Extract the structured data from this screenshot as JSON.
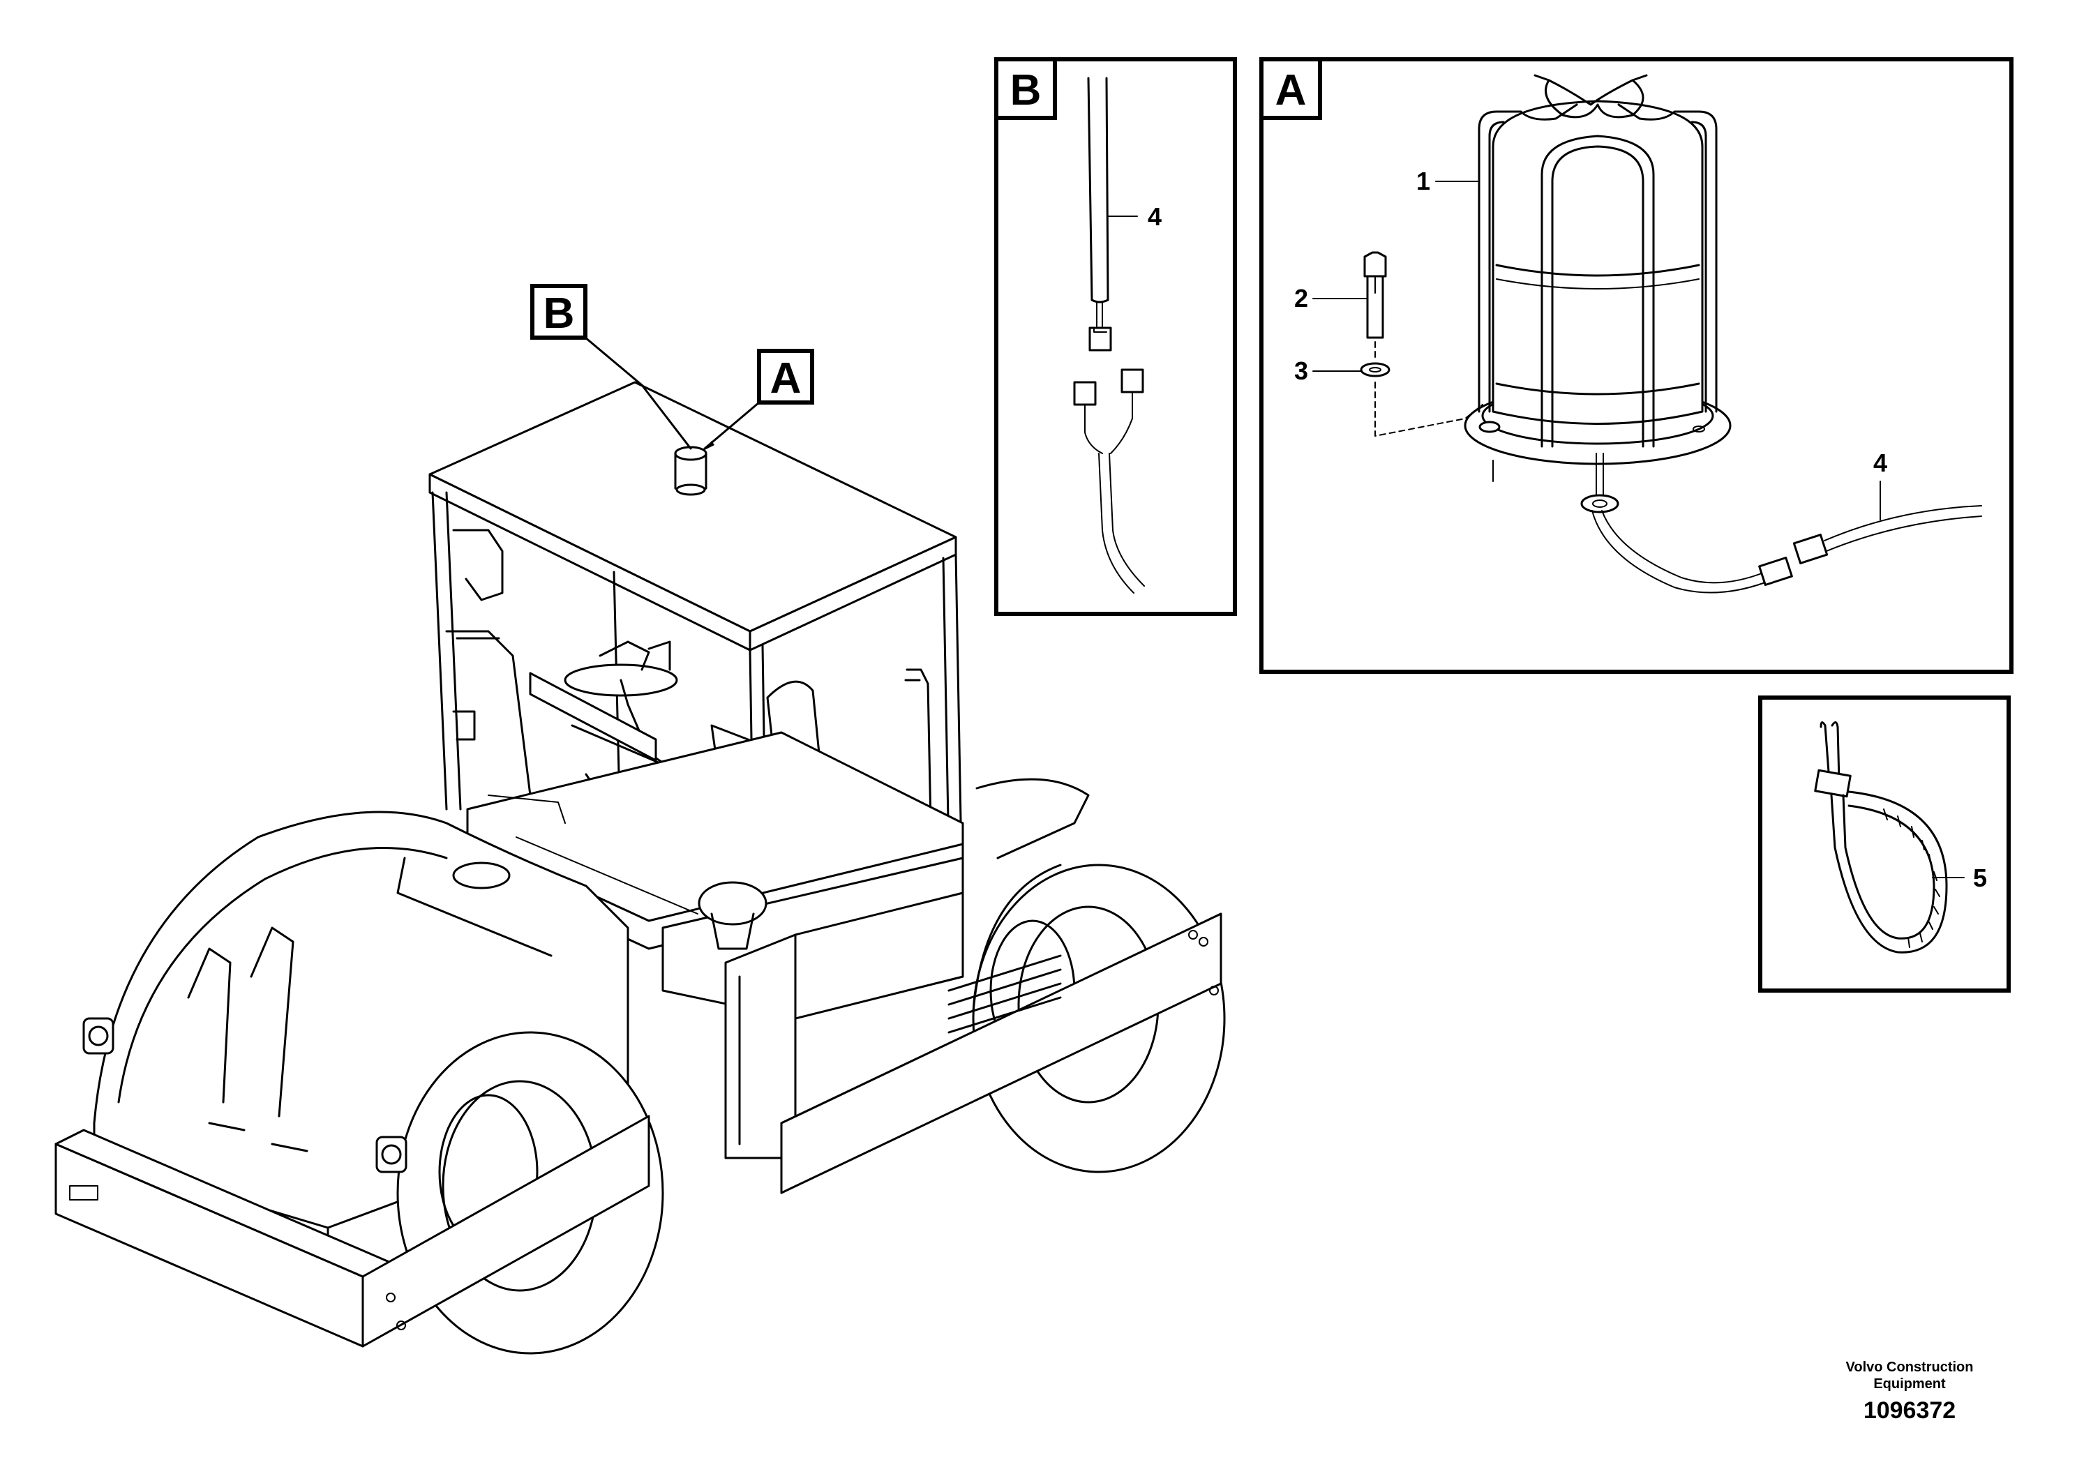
{
  "detail_views": {
    "b": {
      "letter": "B",
      "parts": [
        {
          "number": "4"
        }
      ]
    },
    "a": {
      "letter": "A",
      "parts": [
        {
          "number": "1"
        },
        {
          "number": "2"
        },
        {
          "number": "3"
        },
        {
          "number": "4"
        }
      ]
    },
    "cable_tie": {
      "parts": [
        {
          "number": "5"
        }
      ]
    }
  },
  "machine_callouts": {
    "b": "B",
    "a": "A"
  },
  "footer": {
    "brand_line1": "Volvo Construction",
    "brand_line2": "Equipment",
    "doc_number": "1096372"
  }
}
